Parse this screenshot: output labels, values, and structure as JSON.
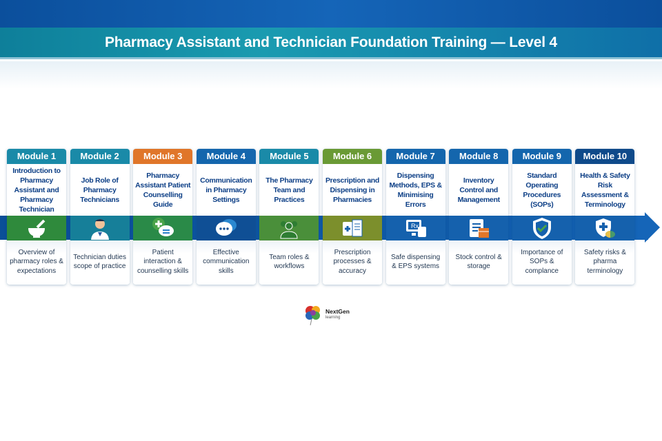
{
  "title": "Pharmacy Assistant and Technician Foundation Training — Level 4",
  "modules": [
    {
      "label": "Module 1",
      "title": "Introduction to Pharmacy Assistant and Pharmacy Technician",
      "desc": "Overview of pharmacy roles & expectations",
      "icon": "mortar-pestle-icon",
      "tab_color": "#1a8aa8",
      "band_color": "#2f8a3c"
    },
    {
      "label": "Module 2",
      "title": "Job Role of Pharmacy Technicians",
      "desc": "Technician duties scope of practice",
      "icon": "pharmacist-icon",
      "tab_color": "#1a8aa8",
      "band_color": "#167f99"
    },
    {
      "label": "Module 3",
      "title": "Pharmacy Assistant Patient Counselling Guide",
      "desc": "Patient interaction & counselling skills",
      "icon": "chat-plus-icon",
      "tab_color": "#e0762a",
      "band_color": "#2a8a48"
    },
    {
      "label": "Module 4",
      "title": "Communication in Pharmacy Settings",
      "desc": "Effective communication skills",
      "icon": "speech-bubbles-icon",
      "tab_color": "#1466ad",
      "band_color": "#0f4f95"
    },
    {
      "label": "Module 5",
      "title": "The Pharmacy Team and Practices",
      "desc": "Team roles & workflows",
      "icon": "team-icon",
      "tab_color": "#1a8aa8",
      "band_color": "#4a8f3a"
    },
    {
      "label": "Module 6",
      "title": "Prescription and Dispensing in Pharmacies",
      "desc": "Prescription processes & accuracy",
      "icon": "prescription-icon",
      "tab_color": "#6a9a35",
      "band_color": "#7c8f2c"
    },
    {
      "label": "Module 7",
      "title": "Dispensing Methods, EPS & Minimising Errors",
      "desc": "Safe dispensing & EPS systems",
      "icon": "computer-rx-icon",
      "tab_color": "#1466ad",
      "band_color": "#1561ad"
    },
    {
      "label": "Module 8",
      "title": "Inventory Control and Management",
      "desc": "Stock control & storage",
      "icon": "clipboard-box-icon",
      "tab_color": "#1466ad",
      "band_color": "#1561ad"
    },
    {
      "label": "Module 9",
      "title": "Standard Operating Procedures (SOPs)",
      "desc": "Importance of SOPs & complance",
      "icon": "shield-check-icon",
      "tab_color": "#1466ad",
      "band_color": "#1561ad"
    },
    {
      "label": "Module 10",
      "title": "Health & Safety Risk Assessment & Terminology",
      "desc": "Safety risks & pharma terminology",
      "icon": "shield-cross-icon",
      "tab_color": "#0f4a8a",
      "band_color": "#1561ad"
    }
  ],
  "logo": {
    "name": "NextGen",
    "sub": "learning"
  }
}
